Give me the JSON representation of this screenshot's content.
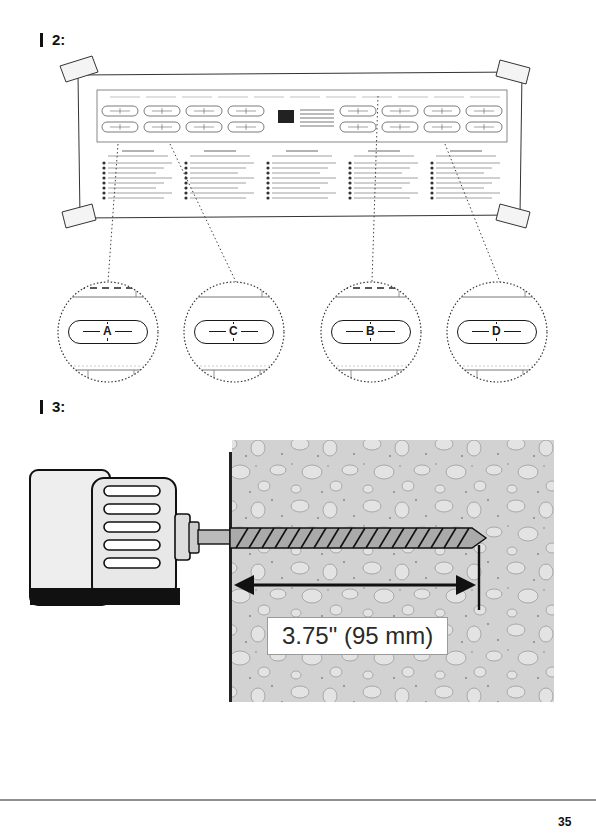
{
  "diagram": {
    "nodes": [
      {
        "text": [
          "A"
        ]
      },
      {
        "text": [
          "C"
        ]
      },
      {
        "text": [
          "B"
        ]
      },
      {
        "text": [
          "D"
        ]
      },
      {
        "text": [
          "3.75\" (95 mm)"
        ]
      }
    ],
    "labels": [
      "2:",
      "3:",
      "35"
    ]
  }
}
